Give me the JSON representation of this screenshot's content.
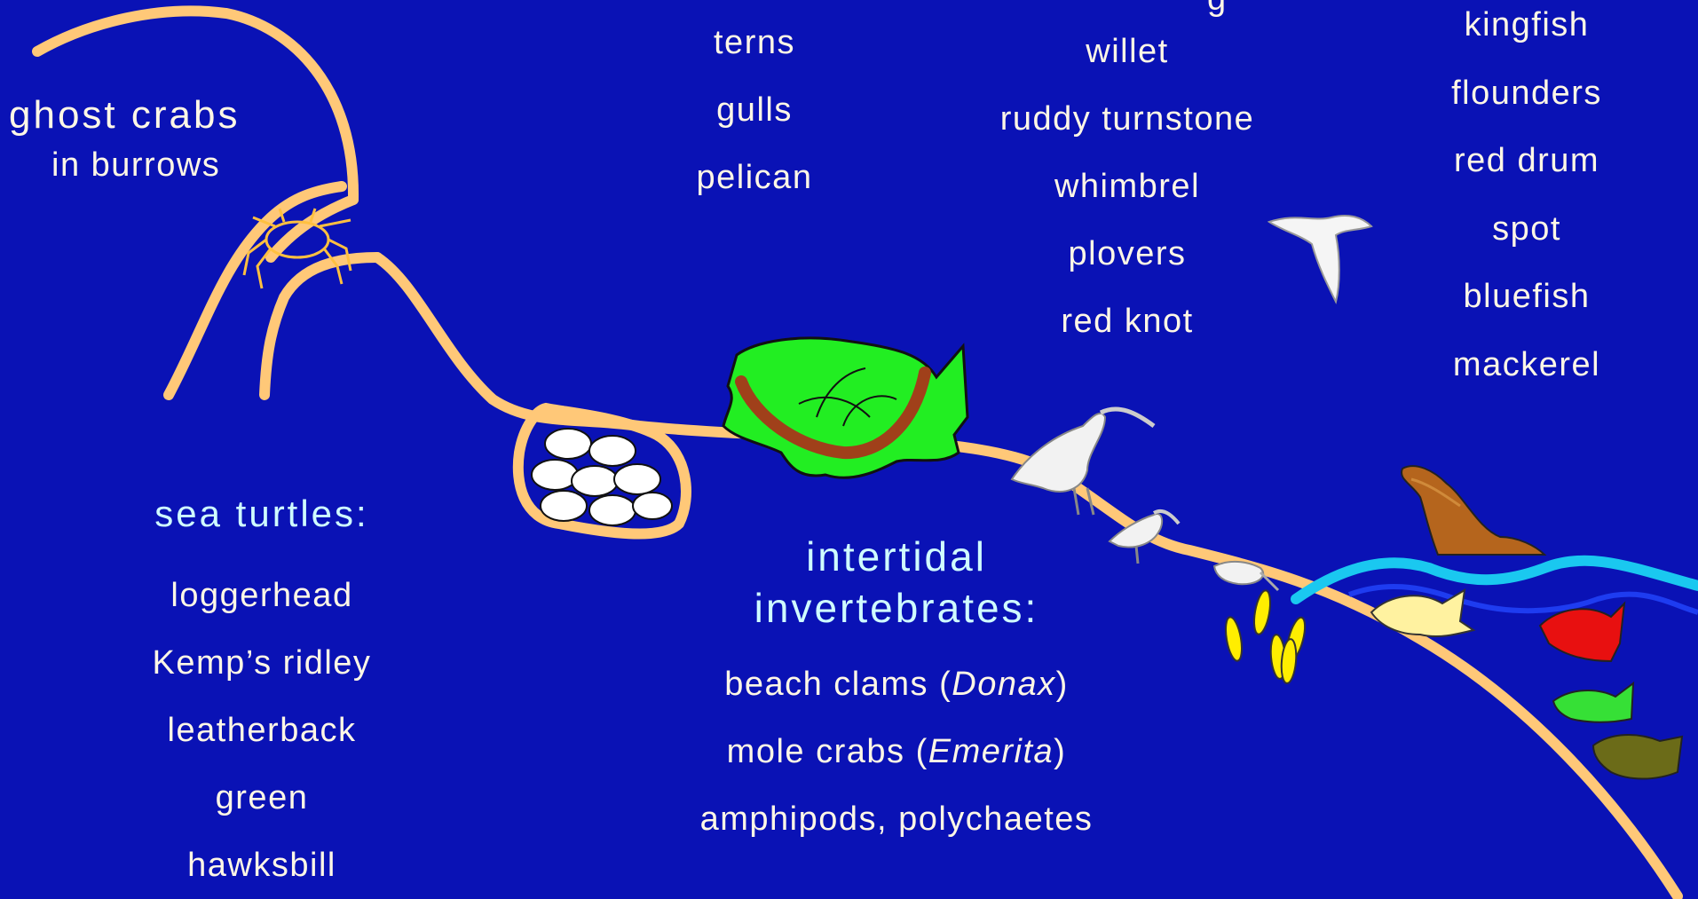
{
  "ghost_crabs": {
    "title": "ghost crabs",
    "subtitle": "in burrows"
  },
  "sea_turtles": {
    "title": "sea turtles:",
    "items": [
      "loggerhead",
      "Kemp’s ridley",
      "leatherback",
      "green",
      "hawksbill"
    ]
  },
  "seabirds": {
    "items": [
      "terns",
      "gulls",
      "pelican"
    ]
  },
  "shorebirds": {
    "partial_top": "g",
    "items": [
      "willet",
      "ruddy turnstone",
      "whimbrel",
      "plovers",
      "red knot"
    ]
  },
  "fishes": {
    "items": [
      "kingfish",
      "flounders",
      "red drum",
      "spot",
      "bluefish",
      "mackerel"
    ]
  },
  "invertebrates": {
    "title_line1": "intertidal",
    "title_line2": "invertebrates:",
    "clams_pre": "beach clams (",
    "clams_genus": "Donax",
    "clams_post": ")",
    "mole_pre": "mole crabs (",
    "mole_genus": "Emerita",
    "mole_post": ")",
    "amphipods": "amphipods, polychaetes"
  },
  "colors": {
    "background": "#0a12b5",
    "shoreline": "#ffc878",
    "water_line": "#1ac8f0",
    "turtle_green": "#22ee22",
    "turtle_brown": "#a0401a",
    "text": "#fff7e6",
    "heading_text": "#cffcff"
  }
}
